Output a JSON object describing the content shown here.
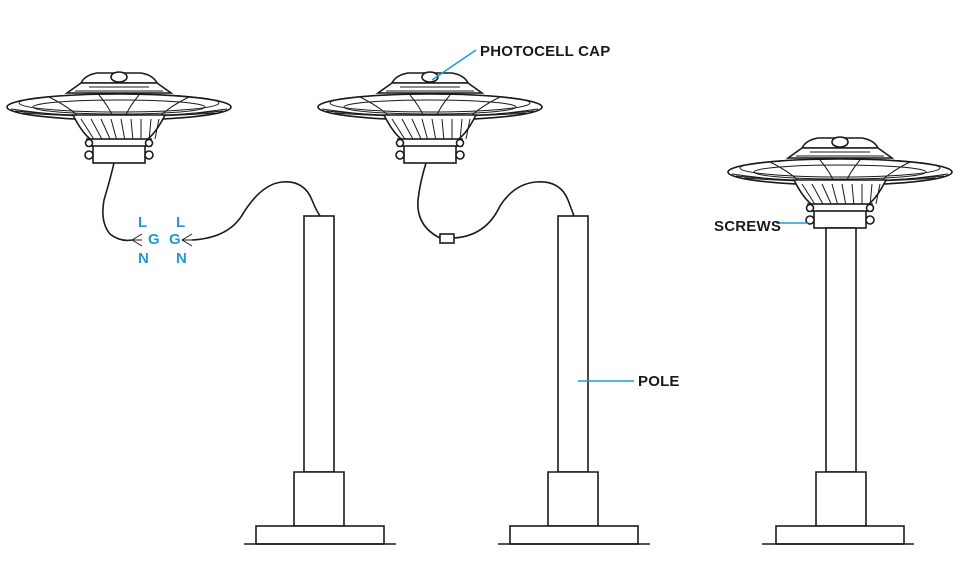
{
  "labels": {
    "photocell_cap": "PHOTOCELL CAP",
    "pole": "POLE",
    "screws": "SCREWS"
  },
  "wire_codes": {
    "left": {
      "l": "L",
      "g": "G",
      "n": "N"
    },
    "right": {
      "l": "L",
      "g": "G",
      "n": "N"
    }
  },
  "colors": {
    "line": "#1a1a1a",
    "accent": "#1f9bd3",
    "background": "#ffffff"
  }
}
